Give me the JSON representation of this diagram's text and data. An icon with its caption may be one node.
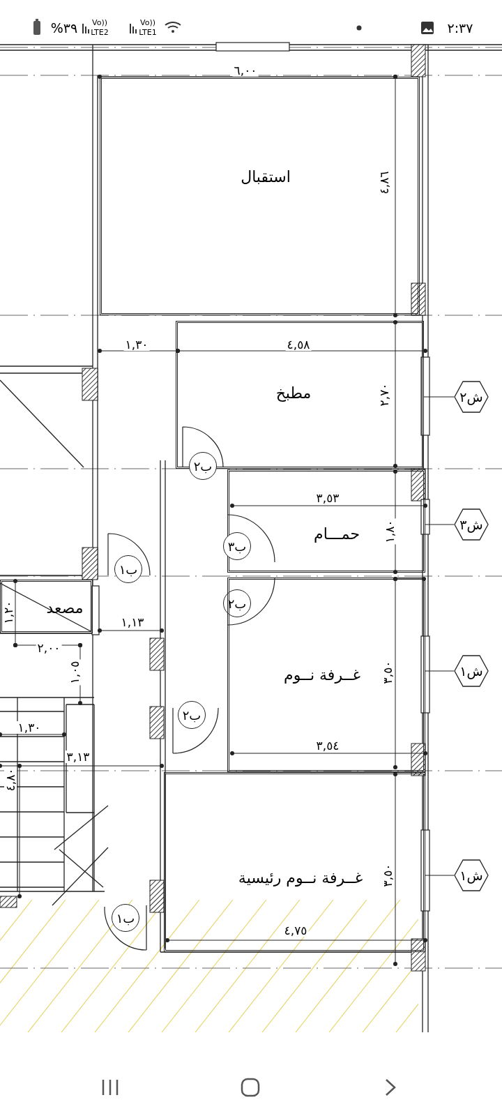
{
  "diagram": {
    "nodes": [
      {
        "text": [
          "استقبال"
        ]
      },
      {
        "text": [
          "مطبخ"
        ]
      },
      {
        "text": [
          "ش٢"
        ]
      },
      {
        "text": [
          "ب٢"
        ]
      },
      {
        "text": [
          "حمـــام"
        ]
      },
      {
        "text": [
          "ش٣"
        ]
      },
      {
        "text": [
          "ب١"
        ]
      },
      {
        "text": [
          "ب٣"
        ]
      },
      {
        "text": [
          "مصعد"
        ]
      },
      {
        "text": [
          "ب٢"
        ]
      },
      {
        "text": [
          "غــرفة نــوم"
        ]
      },
      {
        "text": [
          "ش١"
        ]
      },
      {
        "text": [
          "ب٢"
        ]
      },
      {
        "text": [
          "غــرفة نــوم رئيسية"
        ]
      },
      {
        "text": [
          "ش١"
        ]
      },
      {
        "text": [
          "ب١"
        ]
      }
    ],
    "edges": [
      {
        "from": 2,
        "to": 1,
        "arrow": "none"
      },
      {
        "from": 5,
        "to": 4,
        "arrow": "none"
      },
      {
        "from": 11,
        "to": 10,
        "arrow": "none"
      },
      {
        "from": 14,
        "to": 13,
        "arrow": "none"
      }
    ],
    "labels": [
      "%٣٩",
      "Vo))",
      "LTE2",
      "Vo))",
      "LTE1",
      "٢:٣٧",
      "٦,٠٠",
      "٤,٨٦",
      "١,٣٠",
      "٤,٥٨",
      "٢,٧٠",
      "٣,٥٣",
      "١,٨٠",
      "١,٢٠",
      "١,١٣",
      "٢,٠٠",
      "١,٠٥",
      "٣,٥٠",
      "١,٣٠",
      "٣,٥٤",
      "٣,١٣",
      "٤,٨٠",
      "٣,٥٠",
      "٤,٧٥"
    ]
  }
}
